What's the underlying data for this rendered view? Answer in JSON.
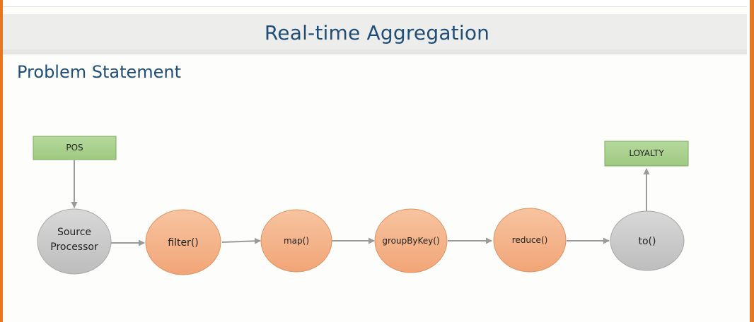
{
  "slide": {
    "title": "Real-time Aggregation",
    "subtitle": "Problem Statement"
  },
  "diagram": {
    "source_box": "POS",
    "sink_box": "LOYALTY",
    "nodes": [
      {
        "id": "source",
        "label_lines": [
          "Source",
          "Processor"
        ],
        "kind": "gray"
      },
      {
        "id": "filter",
        "label_lines": [
          "filter()"
        ],
        "kind": "orange"
      },
      {
        "id": "map",
        "label_lines": [
          "map()"
        ],
        "kind": "orange"
      },
      {
        "id": "groupbykey",
        "label_lines": [
          "groupByKey()"
        ],
        "kind": "orange"
      },
      {
        "id": "reduce",
        "label_lines": [
          "reduce()"
        ],
        "kind": "orange"
      },
      {
        "id": "to",
        "label_lines": [
          "to()"
        ],
        "kind": "gray"
      }
    ],
    "colors": {
      "box_fill": "#a9d08e",
      "box_stroke": "#6f9f55",
      "orange_fill": "#f4b183",
      "orange_stroke": "#d98b55",
      "gray_fill": "#c9c9c9",
      "gray_stroke": "#a0a0a0",
      "arrow": "#9a9a9a",
      "heading": "#1f4e79"
    }
  }
}
